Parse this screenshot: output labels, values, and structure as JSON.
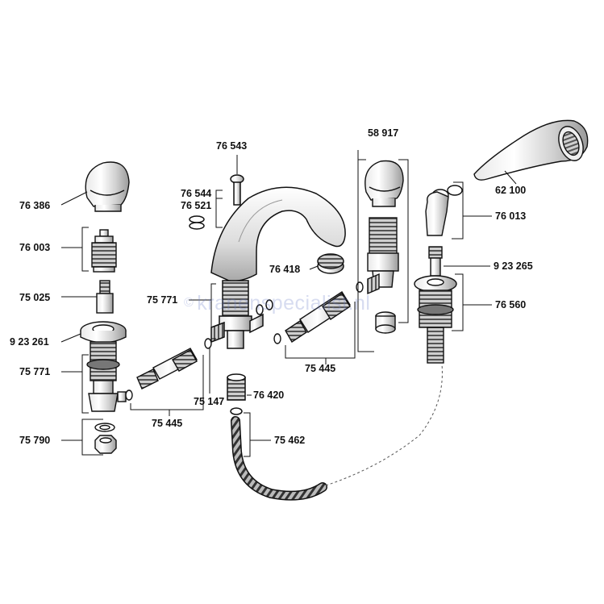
{
  "watermark": {
    "symbol": "©",
    "text": "kranenspecialist.nl"
  },
  "labels": [
    {
      "id": "l76386",
      "text": "76 386"
    },
    {
      "id": "l76003",
      "text": "76 003"
    },
    {
      "id": "l75025",
      "text": "75 025"
    },
    {
      "id": "l923261",
      "text": "9 23 261"
    },
    {
      "id": "l75771a",
      "text": "75 771"
    },
    {
      "id": "l75790",
      "text": "75 790"
    },
    {
      "id": "l75445a",
      "text": "75 445"
    },
    {
      "id": "l75147",
      "text": "75 147"
    },
    {
      "id": "l76543",
      "text": "76 543"
    },
    {
      "id": "l76544",
      "text": "76 544"
    },
    {
      "id": "l76521",
      "text": "76 521"
    },
    {
      "id": "l75771b",
      "text": "75 771"
    },
    {
      "id": "l76418",
      "text": "76 418"
    },
    {
      "id": "l76420",
      "text": "76 420"
    },
    {
      "id": "l75462",
      "text": "75 462"
    },
    {
      "id": "l58917",
      "text": "58 917"
    },
    {
      "id": "l75445b",
      "text": "75 445"
    },
    {
      "id": "l62100",
      "text": "62 100"
    },
    {
      "id": "l76013",
      "text": "76 013"
    },
    {
      "id": "l923265",
      "text": "9 23 265"
    },
    {
      "id": "l76560",
      "text": "76 560"
    }
  ]
}
